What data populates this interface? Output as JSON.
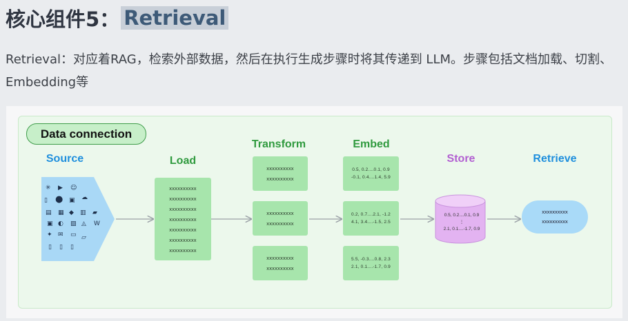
{
  "header": {
    "title_prefix": "核心组件5：",
    "title_highlight": "Retrieval"
  },
  "description": "Retrieval：对应着RAG，检索外部数据，然后在执行生成步骤时将其传递到 LLM。步骤包括文档加载、切割、Embedding等",
  "diagram": {
    "group_label": "Data connection",
    "stages": {
      "source": "Source",
      "load": "Load",
      "transform": "Transform",
      "embed": "Embed",
      "store": "Store",
      "retrieve": "Retrieve"
    },
    "placeholder": "xxxxxxxxxx",
    "embed_vectors": [
      [
        "0.5, 0.2....0.1, 0.9",
        "-0.1, 0.4....1.4, 5.9"
      ],
      [
        "0.2, 0.7....2.1, -1.2",
        "4.1, 3.4....-1.5, 2.5"
      ],
      [
        "5.5, -0.3....0.8, 2.3",
        "2.1, 0.1....-1.7, 0.9"
      ]
    ],
    "store_vectors": [
      "0.5, 0.2....0.1, 0.9",
      "⋮",
      "2.1, 0.1....-1.7, 0.9"
    ],
    "colors": {
      "source_shape": "#a9d8f6",
      "green_box": "#a7e5ac",
      "store_cylinder": "#e3b3f1",
      "retrieve_pill": "#a9daf8",
      "connector": "#9aa0a6"
    }
  }
}
